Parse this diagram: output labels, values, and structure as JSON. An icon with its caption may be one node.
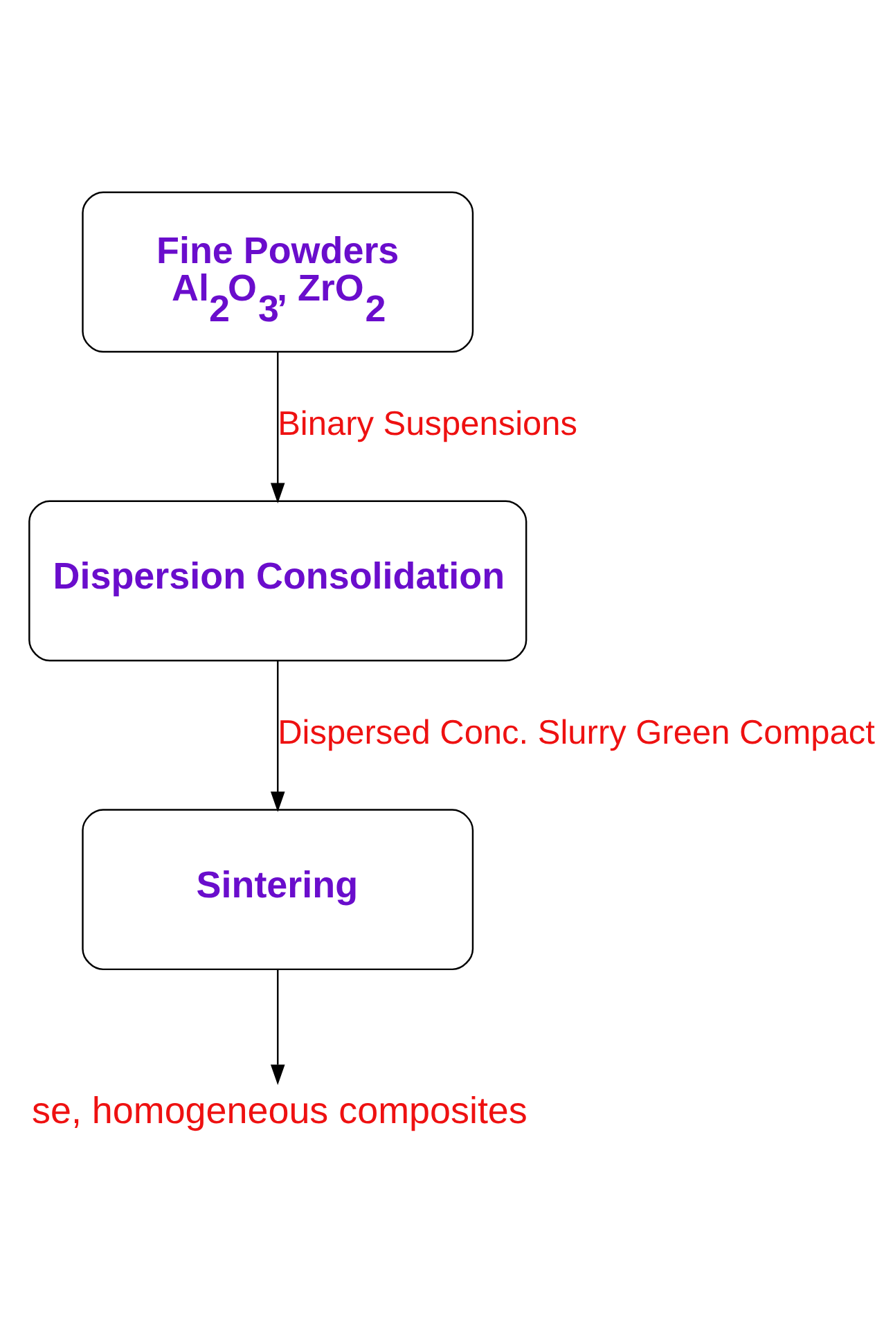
{
  "diagram": {
    "nodes": [
      {
        "text": [
          "Fine Powders",
          "Al$_{2}$O$_{3}$, ZrO$_{2}$"
        ]
      },
      {
        "text": [
          "Dispersion Consolidation"
        ]
      },
      {
        "text": [
          "Sintering"
        ]
      },
      {
        "text": [
          "se, homogeneous composites"
        ]
      }
    ],
    "edges": [
      {
        "from": 0,
        "to": 1,
        "arrow": "to",
        "label": "Binary Suspensions"
      },
      {
        "from": 1,
        "to": 2,
        "arrow": "to",
        "label": "Dispersed Conc. Slurry Green Compact"
      },
      {
        "from": 2,
        "to": 3,
        "arrow": "to"
      }
    ]
  }
}
